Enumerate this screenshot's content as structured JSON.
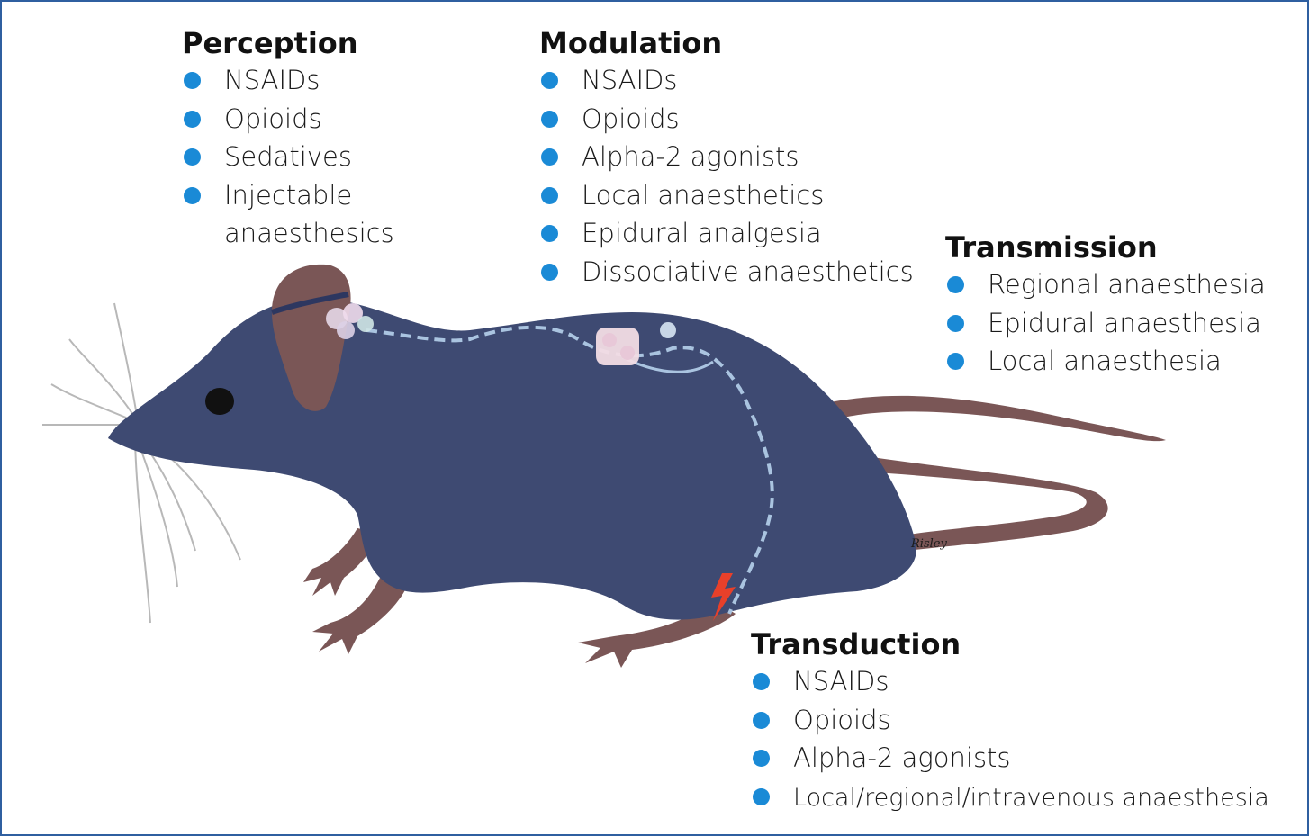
{
  "colors": {
    "border": "#2f5fa0",
    "bullet": "#1a8ad6",
    "body": "#3e4a72",
    "ear_tail_limbs": "#7a5656",
    "nerve": "#aac4e0",
    "stimulus": "#e8402a"
  },
  "perception": {
    "title": "Perception",
    "items": [
      "NSAIDs",
      "Opioids",
      "Sedatives",
      "Injectable anaesthesics"
    ]
  },
  "modulation": {
    "title": "Modulation",
    "items": [
      "NSAIDs",
      "Opioids",
      "Alpha-2 agonists",
      "Local anaesthetics",
      "Epidural analgesia",
      "Dissociative anaesthetics"
    ]
  },
  "transmission": {
    "title": "Transmission",
    "items": [
      "Regional anaesthesia",
      "Epidural anaesthesia",
      "Local anaesthesia"
    ]
  },
  "transduction": {
    "title": "Transduction",
    "items": [
      "NSAIDs",
      "Opioids",
      "Alpha-2 agonists",
      "Local/regional/intravenous anaesthesia"
    ]
  },
  "illustration": {
    "signature": "Risley"
  }
}
